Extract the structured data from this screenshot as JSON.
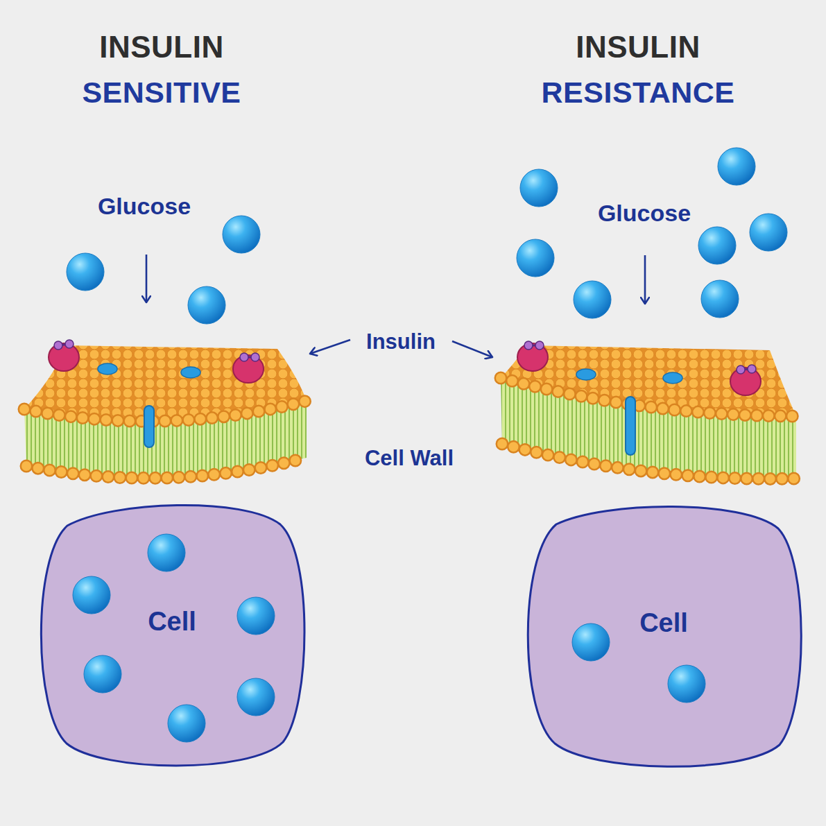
{
  "diagram": {
    "nodes": [
      {
        "text": [
          "Cell"
        ]
      },
      {
        "text": [
          "Cell"
        ]
      }
    ],
    "labels": [
      "INSULIN",
      "SENSITIVE",
      "INSULIN",
      "RESISTANCE",
      "Glucose",
      "Glucose",
      "Insulin",
      "Cell Wall"
    ]
  }
}
